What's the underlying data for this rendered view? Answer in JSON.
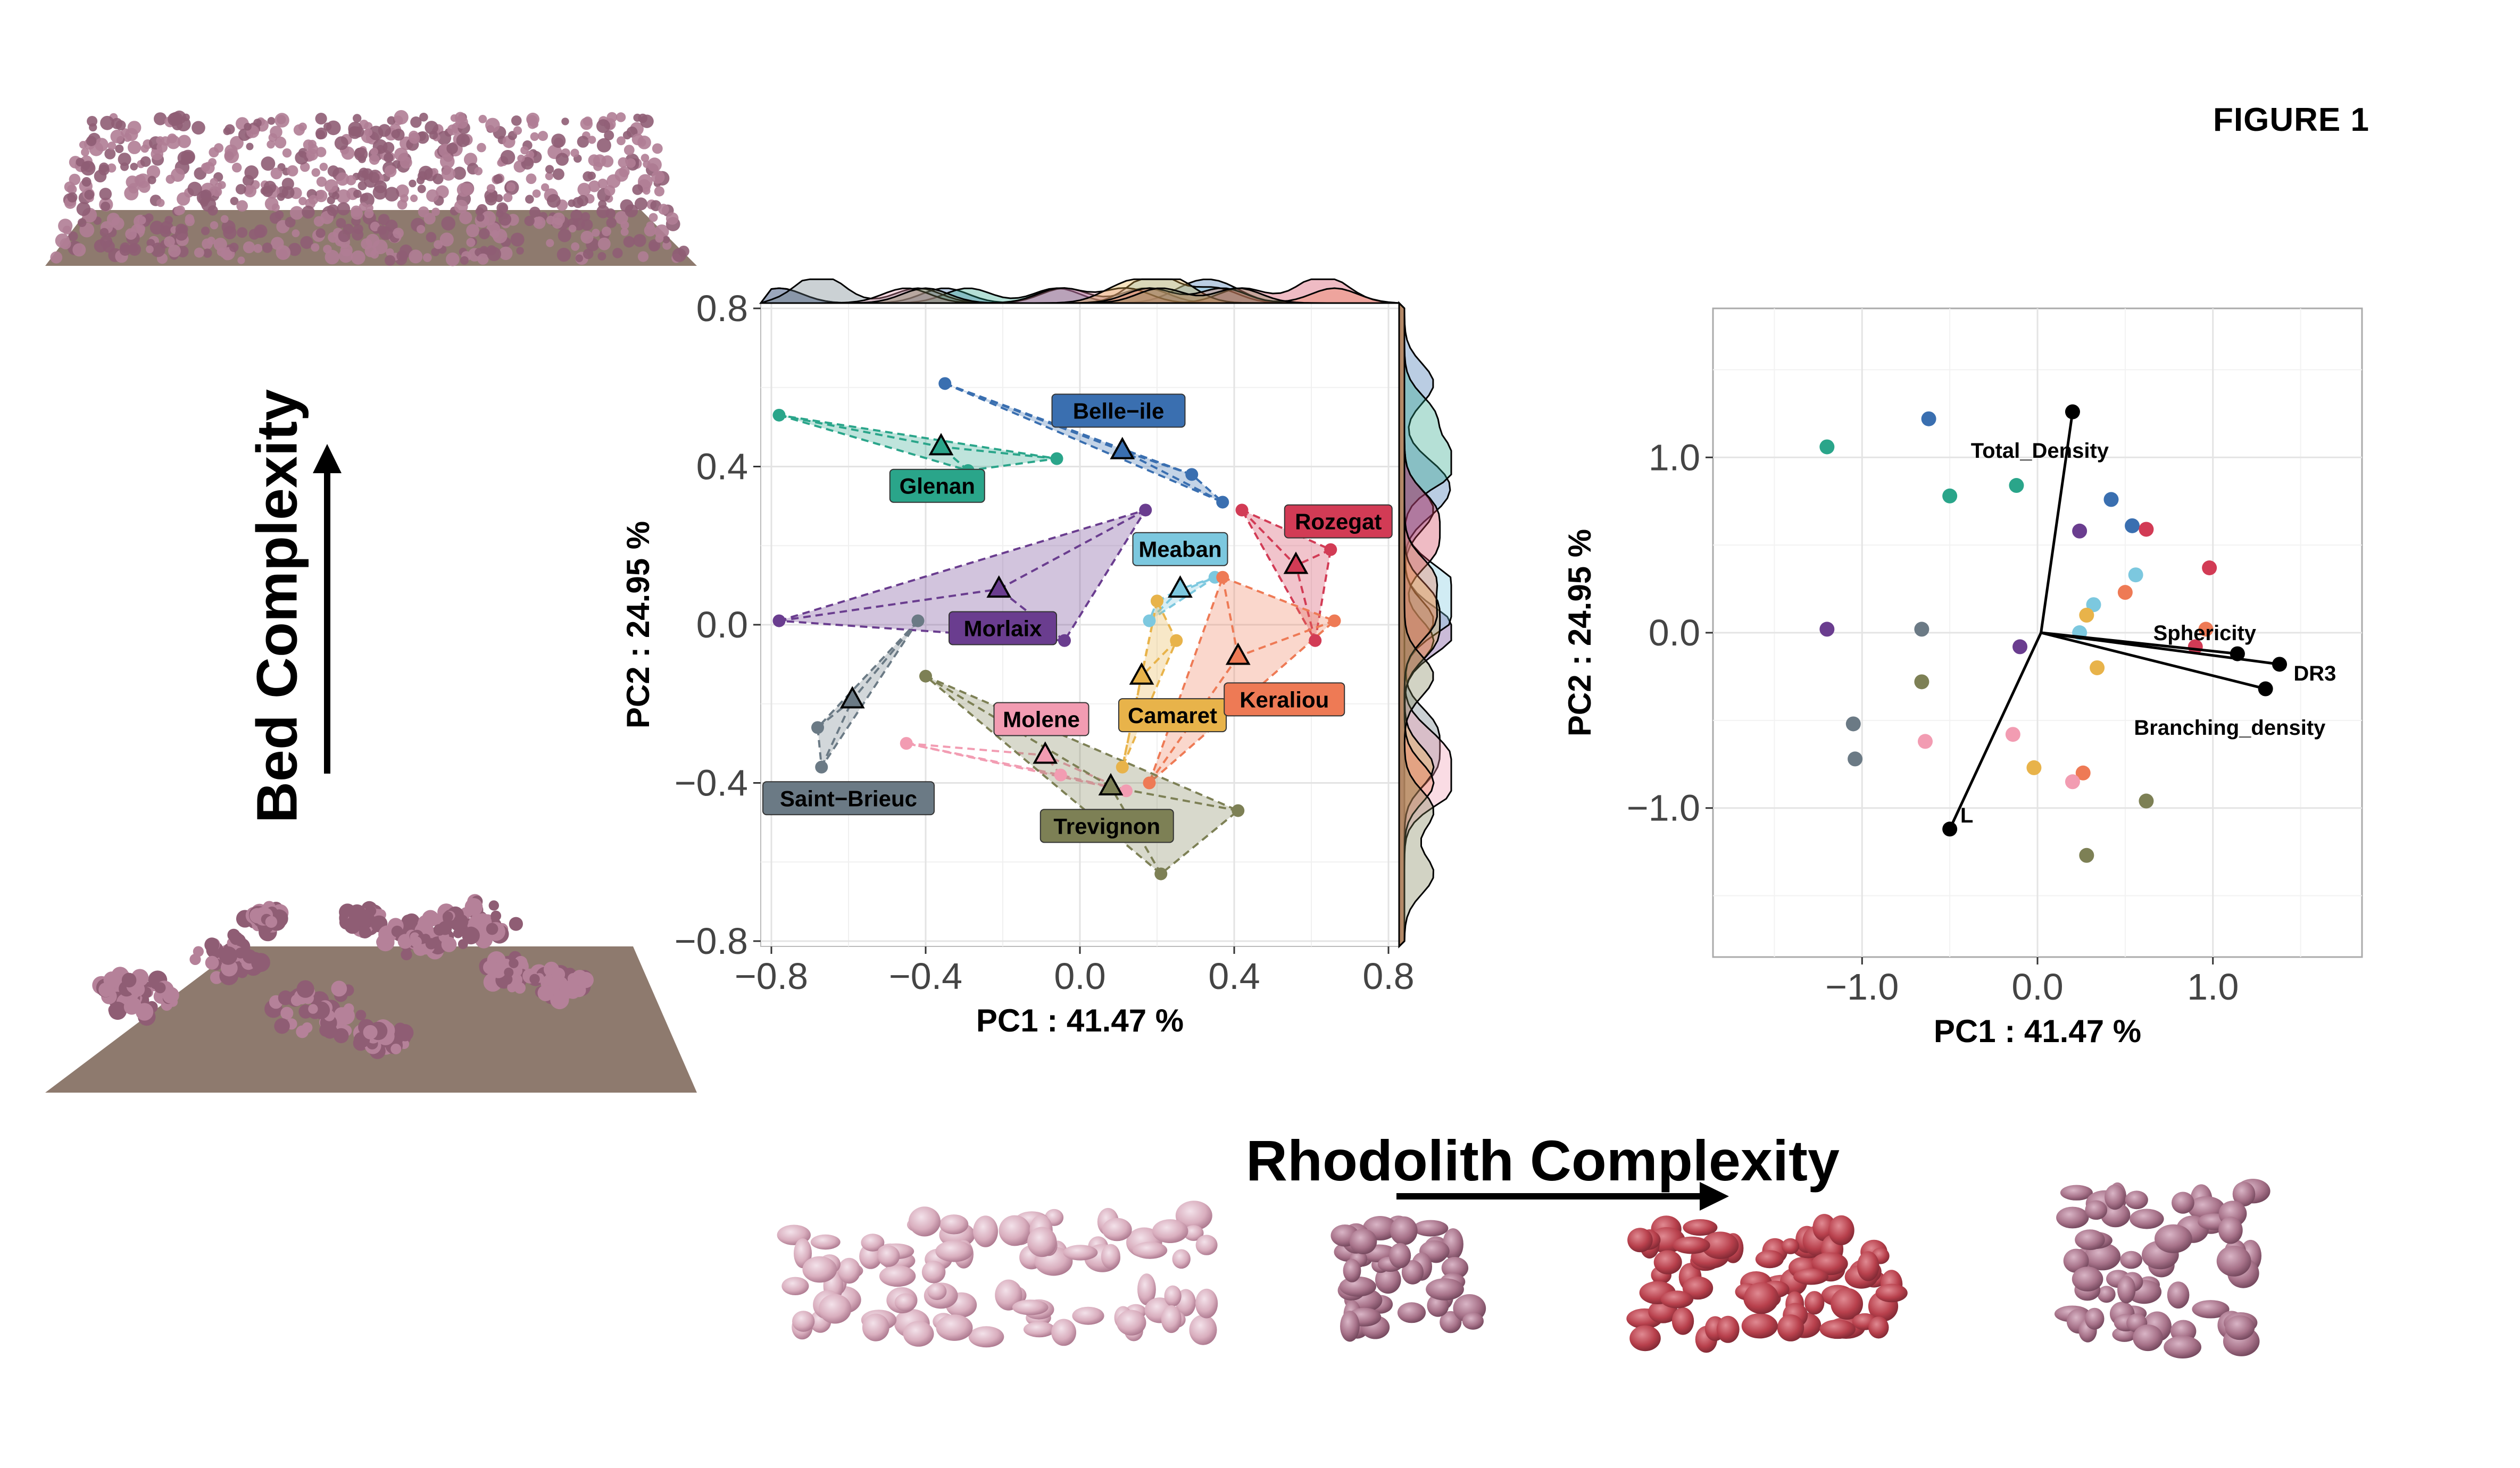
{
  "figure_label": "FIGURE 1",
  "annotations": {
    "bed_complexity": "Bed Complexity",
    "rhodolith_complexity": "Rhodolith Complexity"
  },
  "colors": {
    "Belle-ile": "#3a6fb0",
    "Glenan": "#2aa58a",
    "Morlaix": "#6a3d8f",
    "Meaban": "#7cc8df",
    "Rozegat": "#d23b55",
    "Saint-Brieuc": "#6b7a85",
    "Molene": "#f29cb2",
    "Camaret": "#e8b34a",
    "Keraliou": "#ee7a55",
    "Trevignon": "#7d8055"
  },
  "chart_data": [
    {
      "type": "scatter",
      "title": "",
      "xlabel": "PC1 :  41.47 %",
      "ylabel": "PC2 :  24.95 %",
      "xlim": [
        -0.8,
        0.8
      ],
      "ylim": [
        -0.8,
        0.8
      ],
      "xticks": [
        "-0.8",
        "-0.4",
        "0.0",
        "0.4",
        "0.8"
      ],
      "yticks": [
        "-0.8",
        "-0.4",
        "0.0",
        "0.4",
        "0.8"
      ],
      "grid": true,
      "marginal_densities": true,
      "groups": [
        {
          "name": "Belle-ile",
          "label_pos": [
            0.1,
            0.54
          ],
          "centroid": [
            0.11,
            0.44
          ],
          "points": [
            [
              -0.35,
              0.61
            ],
            [
              0.29,
              0.38
            ],
            [
              0.37,
              0.31
            ]
          ]
        },
        {
          "name": "Glenan",
          "label_pos": [
            -0.37,
            0.35
          ],
          "centroid": [
            -0.36,
            0.45
          ],
          "points": [
            [
              -0.78,
              0.53
            ],
            [
              -0.29,
              0.39
            ],
            [
              -0.06,
              0.42
            ]
          ]
        },
        {
          "name": "Morlaix",
          "label_pos": [
            -0.2,
            -0.01
          ],
          "centroid": [
            -0.21,
            0.09
          ],
          "points": [
            [
              -0.78,
              0.01
            ],
            [
              0.17,
              0.29
            ],
            [
              -0.04,
              -0.04
            ]
          ]
        },
        {
          "name": "Meaban",
          "label_pos": [
            0.26,
            0.19
          ],
          "centroid": [
            0.26,
            0.09
          ],
          "points": [
            [
              0.2,
              0.06
            ],
            [
              0.35,
              0.12
            ],
            [
              0.18,
              0.01
            ]
          ]
        },
        {
          "name": "Rozegat",
          "label_pos": [
            0.67,
            0.26
          ],
          "centroid": [
            0.56,
            0.15
          ],
          "points": [
            [
              0.42,
              0.29
            ],
            [
              0.65,
              0.19
            ],
            [
              0.61,
              -0.04
            ]
          ]
        },
        {
          "name": "Saint-Brieuc",
          "label_pos": [
            -0.6,
            -0.44
          ],
          "centroid": [
            -0.59,
            -0.19
          ],
          "points": [
            [
              -0.42,
              0.01
            ],
            [
              -0.68,
              -0.26
            ],
            [
              -0.67,
              -0.36
            ]
          ]
        },
        {
          "name": "Molene",
          "label_pos": [
            -0.1,
            -0.24
          ],
          "centroid": [
            -0.09,
            -0.33
          ],
          "points": [
            [
              -0.45,
              -0.3
            ],
            [
              -0.05,
              -0.38
            ],
            [
              0.12,
              -0.42
            ]
          ]
        },
        {
          "name": "Camaret",
          "label_pos": [
            0.24,
            -0.23
          ],
          "centroid": [
            0.16,
            -0.13
          ],
          "points": [
            [
              0.2,
              0.06
            ],
            [
              0.11,
              -0.36
            ],
            [
              0.25,
              -0.04
            ]
          ]
        },
        {
          "name": "Keraliou",
          "label_pos": [
            0.53,
            -0.19
          ],
          "centroid": [
            0.41,
            -0.08
          ],
          "points": [
            [
              0.37,
              0.12
            ],
            [
              0.66,
              0.01
            ],
            [
              0.18,
              -0.4
            ]
          ]
        },
        {
          "name": "Trevignon",
          "label_pos": [
            0.07,
            -0.51
          ],
          "centroid": [
            0.08,
            -0.41
          ],
          "points": [
            [
              -0.4,
              -0.13
            ],
            [
              0.41,
              -0.47
            ],
            [
              0.21,
              -0.63
            ]
          ]
        }
      ]
    },
    {
      "type": "scatter",
      "subtype": "biplot",
      "title": "",
      "xlabel": "PC1 :  41.47 %",
      "ylabel": "PC2 :  24.95 %",
      "xlim": [
        -1.85,
        1.85
      ],
      "ylim": [
        -1.85,
        1.85
      ],
      "xticks": [
        "-1.0",
        "0.0",
        "1.0"
      ],
      "yticks": [
        "-1.0",
        "0.0",
        "1.0"
      ],
      "grid": true,
      "loadings": [
        {
          "name": "Total_Density",
          "end": [
            0.2,
            1.26
          ]
        },
        {
          "name": "Sphericity",
          "end": [
            1.14,
            -0.12
          ]
        },
        {
          "name": "DR3",
          "end": [
            1.38,
            -0.18
          ]
        },
        {
          "name": "Branching_density",
          "end": [
            1.3,
            -0.32
          ]
        },
        {
          "name": "L",
          "end": [
            -0.5,
            -1.12
          ]
        }
      ],
      "points": [
        {
          "group": "Glenan",
          "xy": [
            -1.2,
            1.06
          ]
        },
        {
          "group": "Glenan",
          "xy": [
            -0.5,
            0.78
          ]
        },
        {
          "group": "Glenan",
          "xy": [
            -0.12,
            0.84
          ]
        },
        {
          "group": "Belle-ile",
          "xy": [
            -0.62,
            1.22
          ]
        },
        {
          "group": "Belle-ile",
          "xy": [
            0.42,
            0.76
          ]
        },
        {
          "group": "Belle-ile",
          "xy": [
            0.54,
            0.61
          ]
        },
        {
          "group": "Morlaix",
          "xy": [
            0.24,
            0.58
          ]
        },
        {
          "group": "Morlaix",
          "xy": [
            -1.2,
            0.02
          ]
        },
        {
          "group": "Morlaix",
          "xy": [
            -0.1,
            -0.08
          ]
        },
        {
          "group": "Rozegat",
          "xy": [
            0.62,
            0.59
          ]
        },
        {
          "group": "Rozegat",
          "xy": [
            0.98,
            0.37
          ]
        },
        {
          "group": "Rozegat",
          "xy": [
            0.9,
            -0.08
          ]
        },
        {
          "group": "Meaban",
          "xy": [
            0.56,
            0.33
          ]
        },
        {
          "group": "Meaban",
          "xy": [
            0.32,
            0.16
          ]
        },
        {
          "group": "Meaban",
          "xy": [
            0.24,
            0.0
          ]
        },
        {
          "group": "Keraliou",
          "xy": [
            0.5,
            0.23
          ]
        },
        {
          "group": "Keraliou",
          "xy": [
            0.96,
            0.02
          ]
        },
        {
          "group": "Keraliou",
          "xy": [
            0.26,
            -0.8
          ]
        },
        {
          "group": "Camaret",
          "xy": [
            0.28,
            0.1
          ]
        },
        {
          "group": "Camaret",
          "xy": [
            -0.02,
            -0.77
          ]
        },
        {
          "group": "Camaret",
          "xy": [
            0.34,
            -0.2
          ]
        },
        {
          "group": "Saint-Brieuc",
          "xy": [
            -0.66,
            0.02
          ]
        },
        {
          "group": "Saint-Brieuc",
          "xy": [
            -1.05,
            -0.52
          ]
        },
        {
          "group": "Saint-Brieuc",
          "xy": [
            -1.04,
            -0.72
          ]
        },
        {
          "group": "Molene",
          "xy": [
            -0.64,
            -0.62
          ]
        },
        {
          "group": "Molene",
          "xy": [
            -0.14,
            -0.58
          ]
        },
        {
          "group": "Molene",
          "xy": [
            0.2,
            -0.85
          ]
        },
        {
          "group": "Trevignon",
          "xy": [
            -0.66,
            -0.28
          ]
        },
        {
          "group": "Trevignon",
          "xy": [
            0.62,
            -0.96
          ]
        },
        {
          "group": "Trevignon",
          "xy": [
            0.28,
            -1.27
          ]
        }
      ]
    }
  ]
}
